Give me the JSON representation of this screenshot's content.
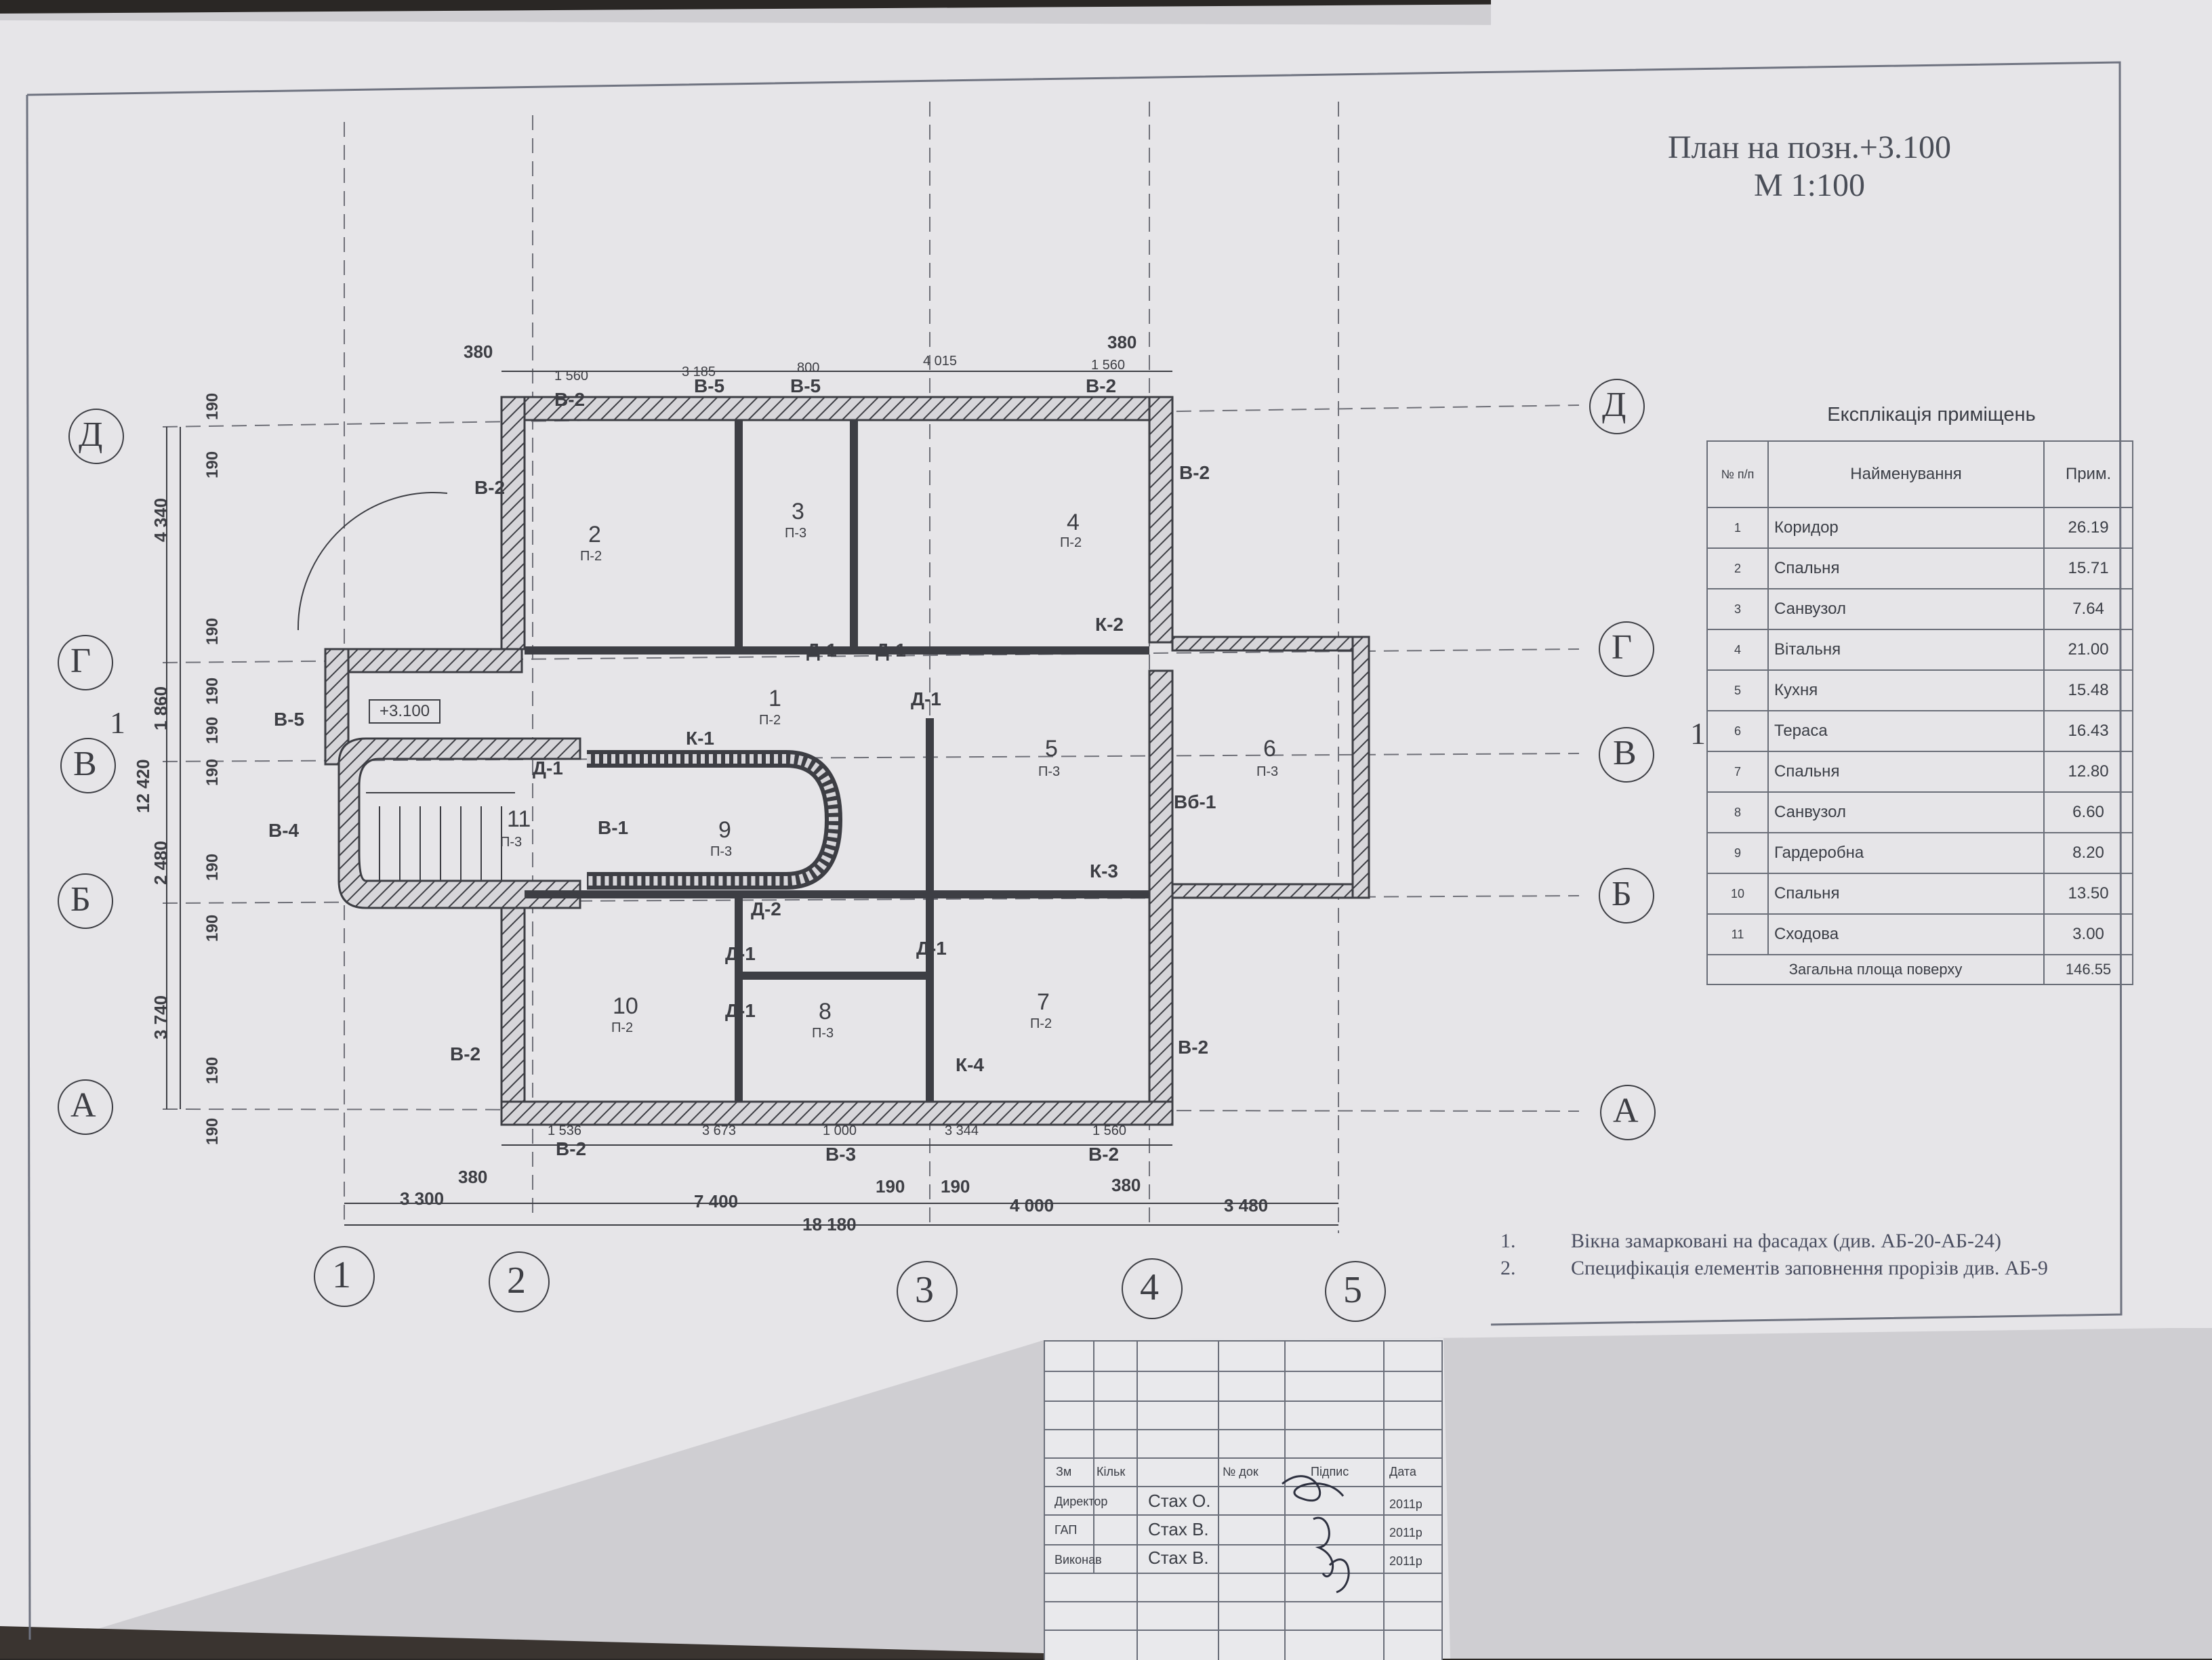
{
  "title": {
    "line1": "План на позн.+3.100",
    "line2": "М 1:100"
  },
  "axes": {
    "rows": [
      "Д",
      "Г",
      "В",
      "Б",
      "А"
    ],
    "columns": [
      "1",
      "2",
      "3",
      "4",
      "5"
    ]
  },
  "rooms": [
    {
      "no": "1",
      "tag": "П-2"
    },
    {
      "no": "2",
      "tag": "П-2"
    },
    {
      "no": "3",
      "tag": "П-3"
    },
    {
      "no": "4",
      "tag": "П-2"
    },
    {
      "no": "5",
      "tag": "П-3"
    },
    {
      "no": "6",
      "tag": "П-3"
    },
    {
      "no": "7",
      "tag": "П-2"
    },
    {
      "no": "8",
      "tag": "П-3"
    },
    {
      "no": "9",
      "tag": "П-3"
    },
    {
      "no": "10",
      "tag": "П-2"
    },
    {
      "no": "11",
      "tag": "П-3"
    }
  ],
  "element_marks": [
    "В-2",
    "В-5",
    "В-4",
    "В-1",
    "В-3",
    "Вб-1",
    "Д-1",
    "Д-2",
    "К-1",
    "К-2",
    "К-3",
    "К-4",
    "+3.100"
  ],
  "dimensions": {
    "bottom_chain": [
      "3 300",
      "7 400",
      "4 000",
      "3 480"
    ],
    "bottom_total": "18 180",
    "bottom_wall_marks": [
      "380",
      "190",
      "190",
      "380"
    ],
    "left_chain": [
      "4 340",
      "1 860",
      "2 480",
      "3 740"
    ],
    "left_total": "12 420",
    "left_wall_marks": [
      "190",
      "190",
      "190",
      "190",
      "190",
      "190",
      "190",
      "190",
      "190",
      "190"
    ],
    "top_wall_marks": [
      "380",
      "380"
    ],
    "top_chain": [
      "1 560",
      "3 185",
      "800",
      "4 015",
      "1 560"
    ],
    "bottom_inner_chain": [
      "1 536",
      "3 673",
      "1 000",
      "3 344",
      "1 560"
    ],
    "section_mark": "1"
  },
  "explication": {
    "heading": "Експлікація приміщень",
    "header": {
      "no": "№ п/п",
      "name": "Найменування",
      "note": "Прим."
    },
    "rows": [
      {
        "no": "1",
        "name": "Коридор",
        "value": "26.19"
      },
      {
        "no": "2",
        "name": "Спальня",
        "value": "15.71"
      },
      {
        "no": "3",
        "name": "Санвузол",
        "value": "7.64"
      },
      {
        "no": "4",
        "name": "Вітальня",
        "value": "21.00"
      },
      {
        "no": "5",
        "name": "Кухня",
        "value": "15.48"
      },
      {
        "no": "6",
        "name": "Тераса",
        "value": "16.43"
      },
      {
        "no": "7",
        "name": "Спальня",
        "value": "12.80"
      },
      {
        "no": "8",
        "name": "Санвузол",
        "value": "6.60"
      },
      {
        "no": "9",
        "name": "Гардеробна",
        "value": "8.20"
      },
      {
        "no": "10",
        "name": "Спальня",
        "value": "13.50"
      },
      {
        "no": "11",
        "name": "Сходова",
        "value": "3.00"
      }
    ],
    "total_label": "Загальна площа поверху",
    "total_value": "146.55"
  },
  "notes": [
    {
      "n": "1.",
      "text": "Вікна замарковані на фасадах (див. АБ-20-АБ-24)"
    },
    {
      "n": "2.",
      "text": "Специфікація елементів заповнення прорізів див. АБ-9"
    }
  ],
  "stamp": {
    "headers": {
      "zm": "Зм",
      "kilk": "Кільк",
      "doc": "№ док",
      "sign": "Підпис",
      "date": "Дата"
    },
    "rows": [
      {
        "role": "Директор",
        "name": "Стах О.",
        "date": "2011р"
      },
      {
        "role": "ГАП",
        "name": "Стах В.",
        "date": "2011р"
      },
      {
        "role": "Виконав",
        "name": "Стах В.",
        "date": "2011р"
      }
    ]
  },
  "colors": {
    "paper": "#e4e3e6",
    "ink": "#3d3e44",
    "background": "#2a2725"
  }
}
